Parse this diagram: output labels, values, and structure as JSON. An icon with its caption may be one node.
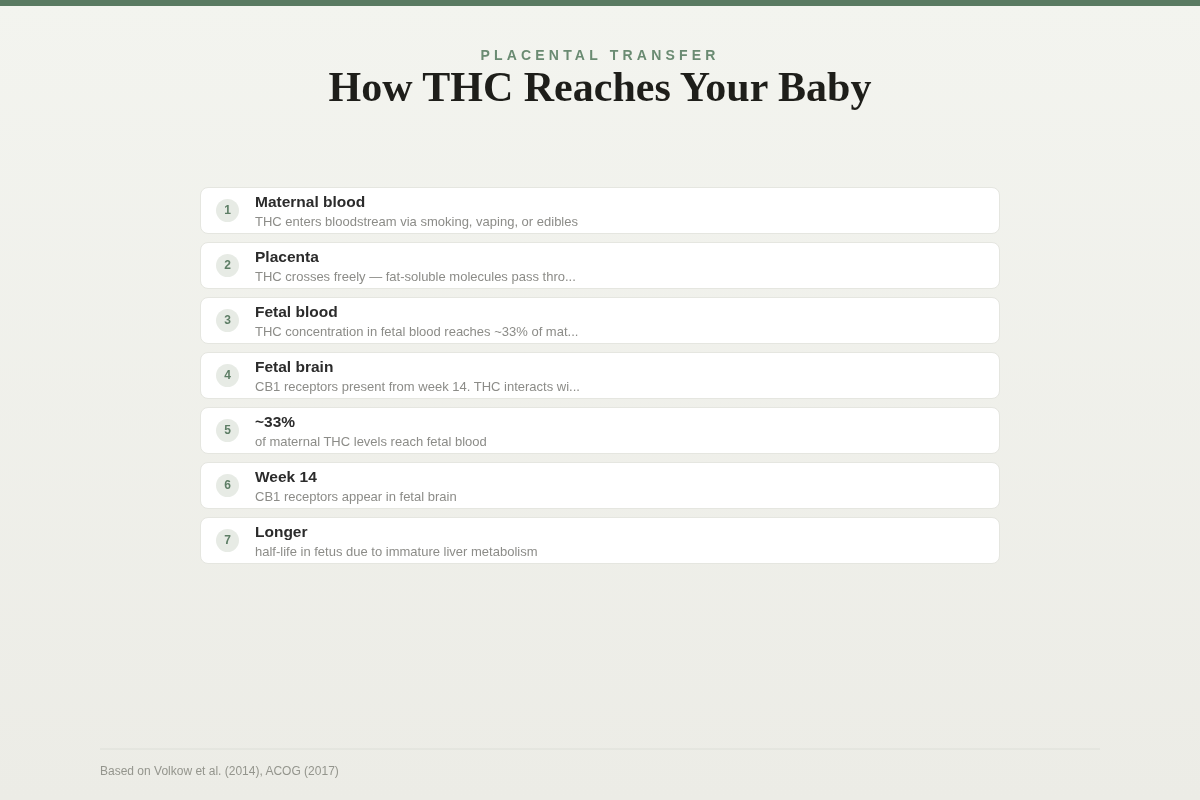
{
  "diagram": {
    "title": "How THC Reaches Your Baby",
    "caption": "Based on Volkow et al. (2014), ACOG (2017)",
    "labels": [
      "PLACENTAL TRANSFER"
    ],
    "nodes": [
      {
        "text": [
          "Maternal blood",
          "THC enters bloodstream via smoking, vaping, or edibles"
        ]
      },
      {
        "text": [
          "1"
        ],
        "in": 0
      },
      {
        "text": [
          "Placenta",
          "THC crosses freely — fat-soluble molecules pass thro..."
        ]
      },
      {
        "text": [
          "2"
        ],
        "in": 2
      },
      {
        "text": [
          "Fetal blood",
          "THC concentration in fetal blood reaches ~33% of mat..."
        ]
      },
      {
        "text": [
          "3"
        ],
        "in": 4
      },
      {
        "text": [
          "Fetal brain",
          "CB1 receptors present from week 14. THC interacts wi..."
        ]
      },
      {
        "text": [
          "4"
        ],
        "in": 6
      },
      {
        "text": [
          "~33%",
          "of maternal THC levels reach fetal blood"
        ]
      },
      {
        "text": [
          "5"
        ],
        "in": 8
      },
      {
        "text": [
          "Week 14",
          "CB1 receptors appear in fetal brain"
        ]
      },
      {
        "text": [
          "6"
        ],
        "in": 10
      },
      {
        "text": [
          "Longer",
          "half-life in fetus due to immature liver metabolism"
        ]
      },
      {
        "text": [
          "7"
        ],
        "in": 12
      }
    ]
  }
}
